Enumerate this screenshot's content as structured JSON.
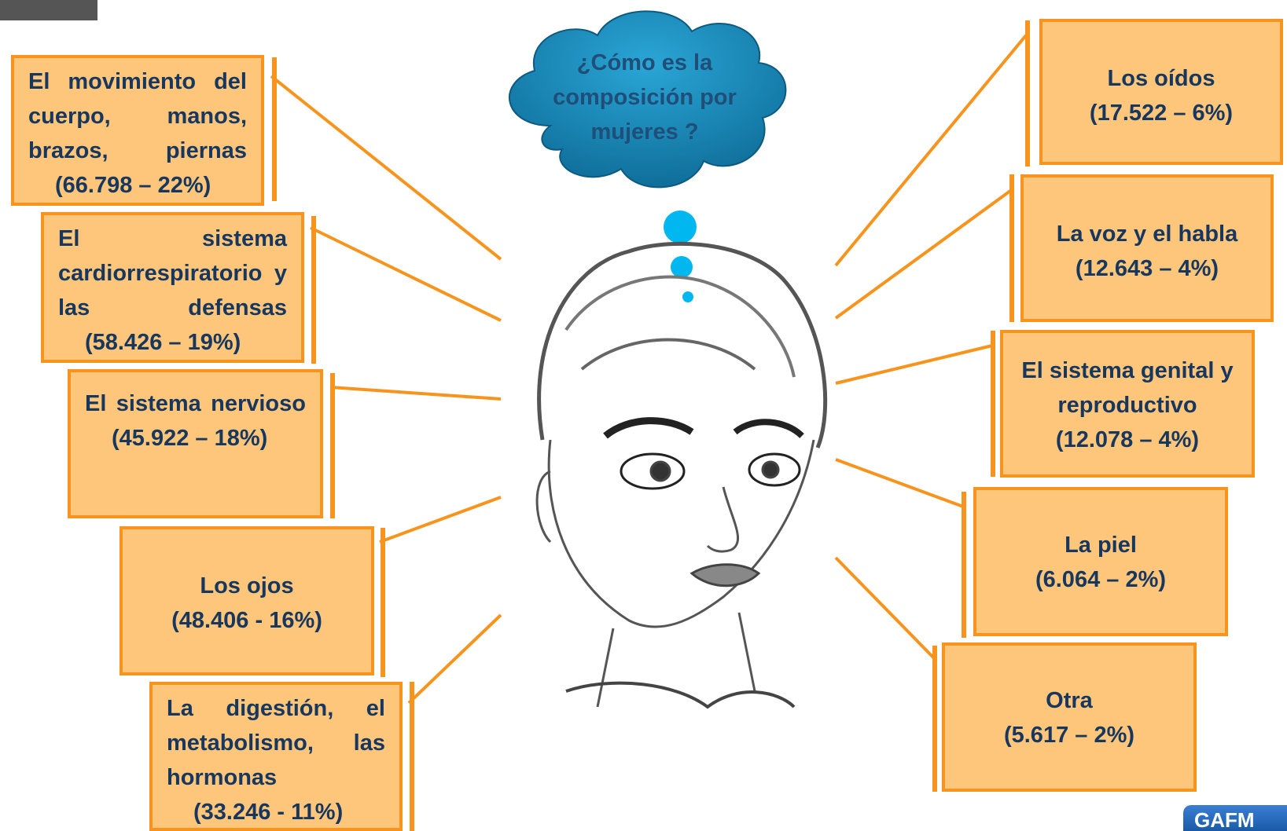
{
  "question": "¿Cómo es la composición por mujeres ?",
  "left_boxes": [
    {
      "title": "El movimiento del cuerpo, manos, brazos, piernas",
      "value": "(66.798 – 22%)"
    },
    {
      "title": "El sistema cardiorrespiratorio y las defensas",
      "value": "(58.426 – 19%)"
    },
    {
      "title": "El sistema nervioso",
      "value": "(45.922 – 18%)"
    },
    {
      "title": "Los ojos",
      "value": "(48.406 - 16%)"
    },
    {
      "title": "La digestión, el metabolismo, las hormonas",
      "value": "(33.246 - 11%)"
    }
  ],
  "right_boxes": [
    {
      "title": "Los oídos",
      "value": "(17.522 – 6%)"
    },
    {
      "title": "La voz y el habla",
      "value": "(12.643 – 4%)"
    },
    {
      "title": "El sistema genital y reproductivo",
      "value": "(12.078 – 4%)"
    },
    {
      "title": "La piel",
      "value": "(6.064 – 2%)"
    },
    {
      "title": "Otra",
      "value": "(5.617 – 2%)"
    }
  ],
  "logo_text": "GAFM",
  "colors": {
    "box_fill": "#fdc67a",
    "box_border": "#f7941d",
    "text": "#17375e",
    "cloud": "#1c8fc0",
    "bubble": "#00b7ef"
  }
}
